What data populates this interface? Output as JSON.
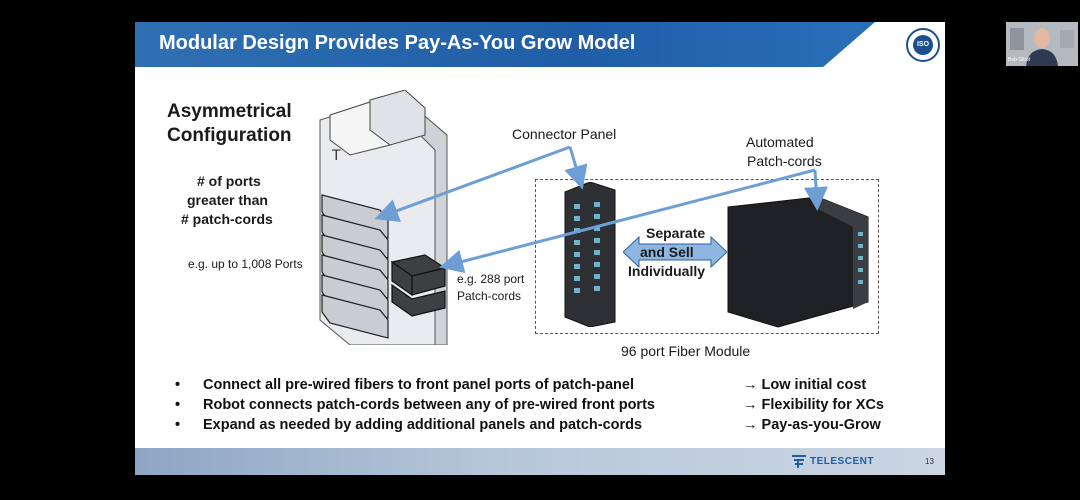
{
  "slide": {
    "title": "Modular Design Provides Pay-As-You Grow Model",
    "iso_badge": "ISO",
    "heading_line1": "Asymmetrical",
    "heading_line2": "Configuration",
    "ports_line1": "# of ports",
    "ports_line2": "greater than",
    "ports_line3": "# patch-cords",
    "ports_example": "e.g. up to 1,008 Ports",
    "patch_example_line1": "e.g. 288 port",
    "patch_example_line2": "Patch-cords",
    "connector_panel": "Connector Panel",
    "automated_line1": "Automated",
    "automated_line2": "Patch-cords",
    "separate_line1": "Separate",
    "separate_line2": "and Sell",
    "separate_line3": "Individually",
    "module_caption": "96 port Fiber Module",
    "bullets": [
      {
        "marker": "•",
        "text": "Connect all pre-wired fibers to front panel ports of patch-panel",
        "outcome": "→ Low initial cost"
      },
      {
        "marker": "•",
        "text": "Robot connects patch-cords between any of pre-wired front ports",
        "outcome": "→ Flexibility for XCs"
      },
      {
        "marker": "•",
        "text": "Expand as needed by adding additional panels and patch-cords",
        "outcome": "→ Pay-as-you-Grow"
      }
    ],
    "footer_brand": "TELESCENT",
    "page_number": "13"
  },
  "webcam": {
    "name": "Bob Gibot"
  },
  "colors": {
    "title_bar": "#1f5ea6",
    "arrow": "#6d9fd6",
    "footer": "#b7c7da"
  },
  "icons": [
    "iso-badge-icon",
    "telescent-logo-icon",
    "arrow-icon"
  ]
}
